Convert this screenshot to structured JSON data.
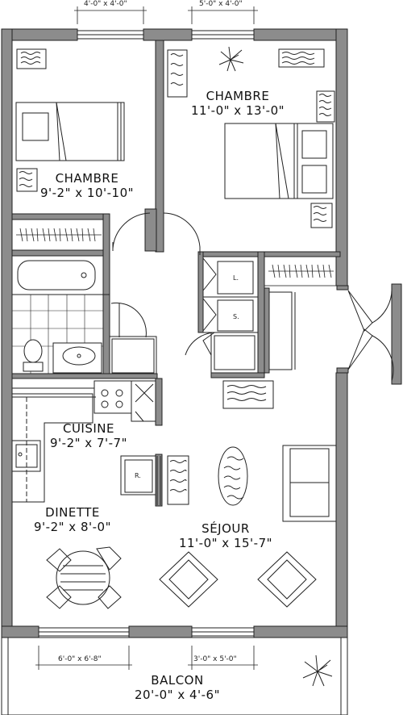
{
  "rooms": {
    "chambre1": {
      "name": "CHAMBRE",
      "dims": "9'-2\" x 10'-10\""
    },
    "chambre2": {
      "name": "CHAMBRE",
      "dims": "11'-0\" x 13'-0\""
    },
    "cuisine": {
      "name": "CUISINE",
      "dims": "9'-2\" x 7'-7\""
    },
    "dinette": {
      "name": "DINETTE",
      "dims": "9'-2\" x 8'-0\""
    },
    "sejour": {
      "name": "SÉJOUR",
      "dims": "11'-0\" x 15'-7\""
    },
    "balcon": {
      "name": "BALCON",
      "dims": "20'-0\" x 4'-6\""
    }
  },
  "windows": {
    "top_left": "4'-0\" x 4'-0\"",
    "top_right": "5'-0\" x 4'-0\"",
    "bottom_left": "6'-0\" x 6'-8\"",
    "bottom_right": "3'-0\" x 5'-0\""
  },
  "appliances": {
    "laundry_l": "L.",
    "laundry_s": "S.",
    "fridge": "R."
  },
  "colors": {
    "wall": "#8c8c8c",
    "line": "#222222"
  }
}
